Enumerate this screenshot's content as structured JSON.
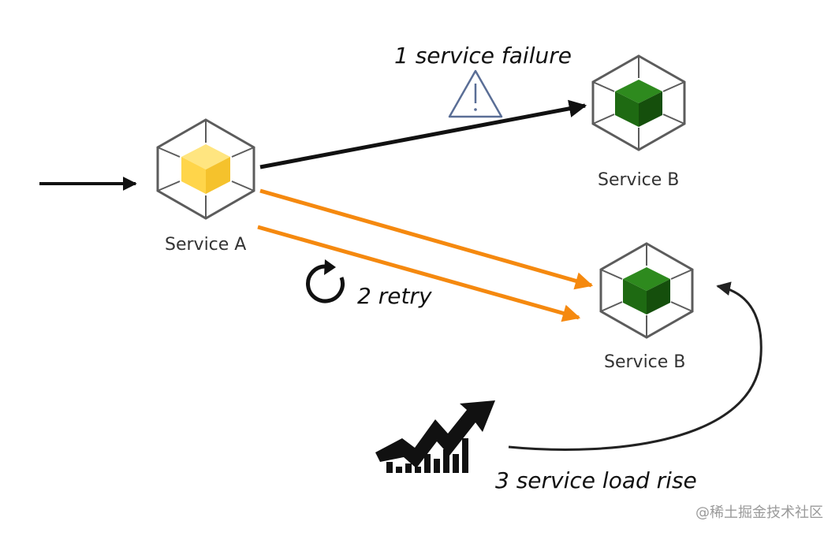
{
  "nodes": {
    "service_a": {
      "label": "Service A",
      "cube_color": "#FFD54A"
    },
    "service_b_top": {
      "label": "Service B",
      "cube_color": "#1E6A12"
    },
    "service_b_bottom": {
      "label": "Service B",
      "cube_color": "#1E6A12"
    }
  },
  "steps": {
    "step1": "1 service failure",
    "step2": "2 retry",
    "step3": "3 service load rise"
  },
  "colors": {
    "primary_arrow": "#111111",
    "retry_arrow": "#F5890F",
    "warning_icon": "#5A6E96",
    "load_arrow": "#222222"
  },
  "icons": {
    "warning": "warning-triangle-icon",
    "retry": "refresh-icon",
    "load": "rising-trend-icon"
  },
  "watermark": "@稀土掘金技术社区"
}
